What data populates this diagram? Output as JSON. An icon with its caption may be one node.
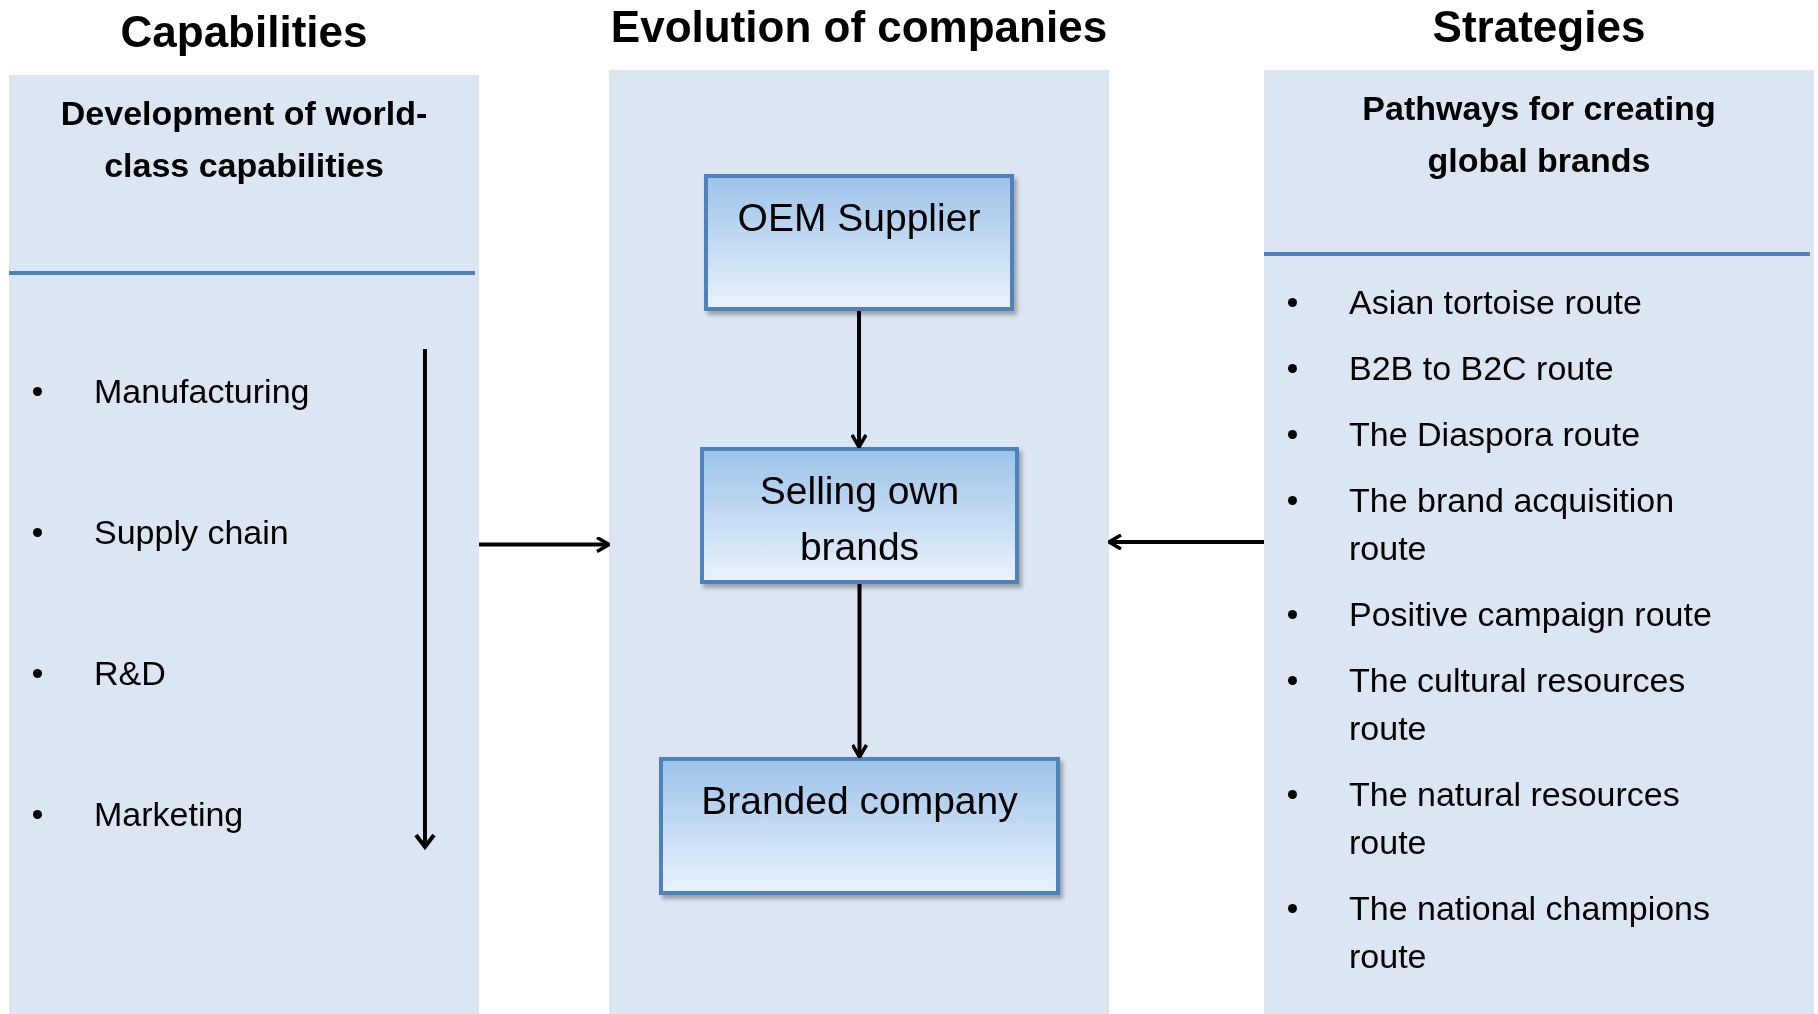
{
  "diagram": {
    "nodes": [
      {
        "text": [
          "Capabilities",
          "Development of world-class capabilities",
          "Manufacturing",
          "Supply chain",
          "R&D",
          "Marketing"
        ]
      },
      {
        "text": [
          "Evolution of companies"
        ]
      },
      {
        "text": [
          "OEM Supplier"
        ],
        "in": 1
      },
      {
        "text": [
          "Selling own brands"
        ],
        "in": 1
      },
      {
        "text": [
          "Branded company"
        ],
        "in": 1
      },
      {
        "text": [
          "Strategies",
          "Pathways for creating global brands",
          "Asian tortoise route",
          "B2B to B2C route",
          "The Diaspora route",
          "The brand acquisition route",
          "Positive campaign route",
          "The cultural resources route",
          "The natural resources route",
          "The national champions route"
        ]
      }
    ],
    "edges": [
      {
        "from": 2,
        "to": 3,
        "arrow": "to"
      },
      {
        "from": 3,
        "to": 4,
        "arrow": "to"
      },
      {
        "from": 0,
        "to": 1,
        "arrow": "to"
      },
      {
        "from": 5,
        "to": 1,
        "arrow": "to"
      }
    ]
  }
}
